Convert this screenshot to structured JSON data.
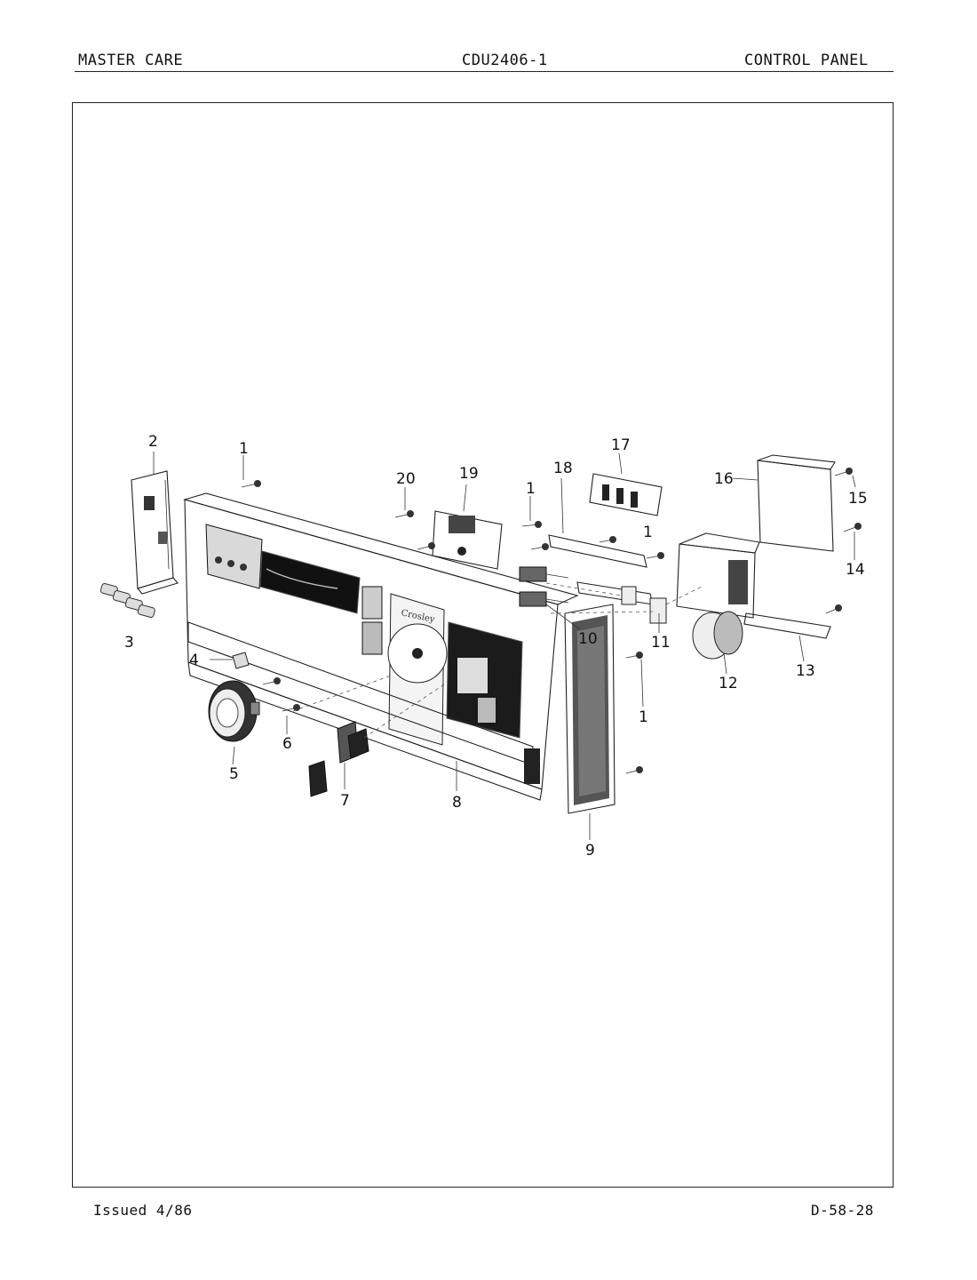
{
  "header": {
    "left": "MASTER CARE",
    "center": "CDU2406-1",
    "right": "CONTROL PANEL"
  },
  "footer": {
    "issued": "Issued 4/86",
    "page_code": "D-58-28"
  },
  "panel_brand": "Crosley",
  "callouts": {
    "c1a": "1",
    "c1b": "1",
    "c1c": "1",
    "c1d": "1",
    "c2": "2",
    "c3": "3",
    "c4": "4",
    "c5": "5",
    "c6": "6",
    "c7": "7",
    "c8": "8",
    "c9": "9",
    "c10": "10",
    "c11": "11",
    "c12": "12",
    "c13": "13",
    "c14": "14",
    "c15": "15",
    "c16": "16",
    "c17": "17",
    "c18": "18",
    "c19": "19",
    "c20": "20"
  }
}
